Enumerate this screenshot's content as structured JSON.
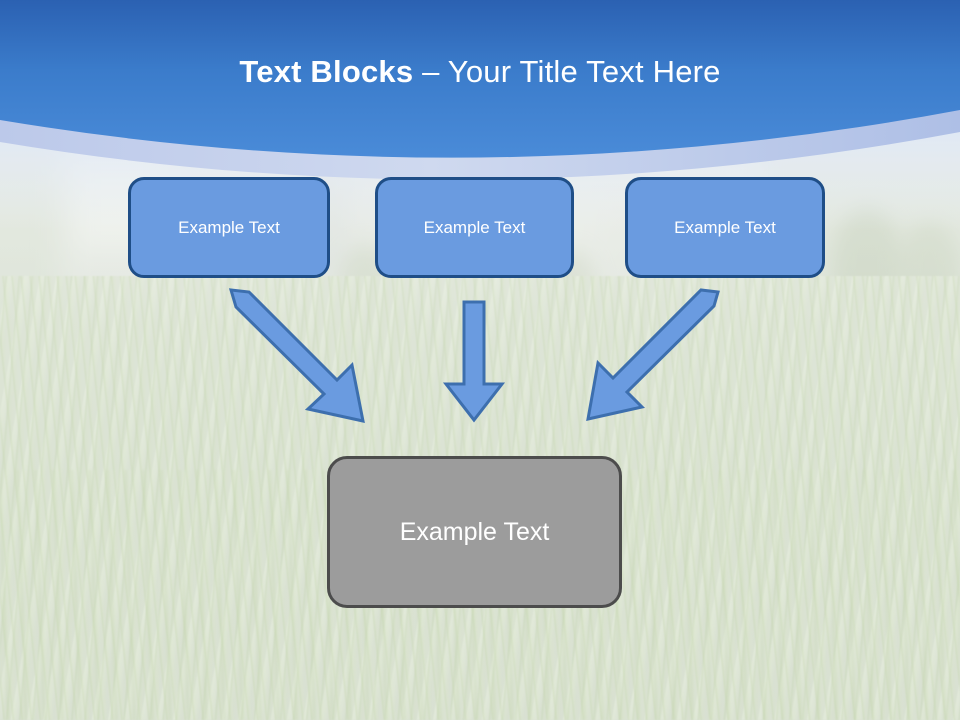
{
  "slide": {
    "title": {
      "bold_part": "Text Blocks ",
      "regular_part": "– Your Title Text Here"
    },
    "theme": {
      "header_top_color": "#2b66b5",
      "header_bottom_color": "#4a8bd8",
      "curve_band_color": "#b9c8e8",
      "box_fill": "#6a9be0",
      "box_border": "#1f4e87",
      "box_text_color": "#ffffff",
      "result_fill": "#9c9c9c",
      "result_border": "#4c4c4c",
      "arrow_fill": "#6a9be0",
      "arrow_border": "#3d6fae"
    },
    "top_boxes": [
      {
        "label": "Example Text"
      },
      {
        "label": "Example Text"
      },
      {
        "label": "Example Text"
      }
    ],
    "arrows": [
      {
        "name": "arrow-left-diagonal",
        "direction": "down-right"
      },
      {
        "name": "arrow-middle-straight",
        "direction": "down"
      },
      {
        "name": "arrow-right-diagonal",
        "direction": "down-left"
      }
    ],
    "result_box": {
      "label": "Example Text"
    }
  }
}
